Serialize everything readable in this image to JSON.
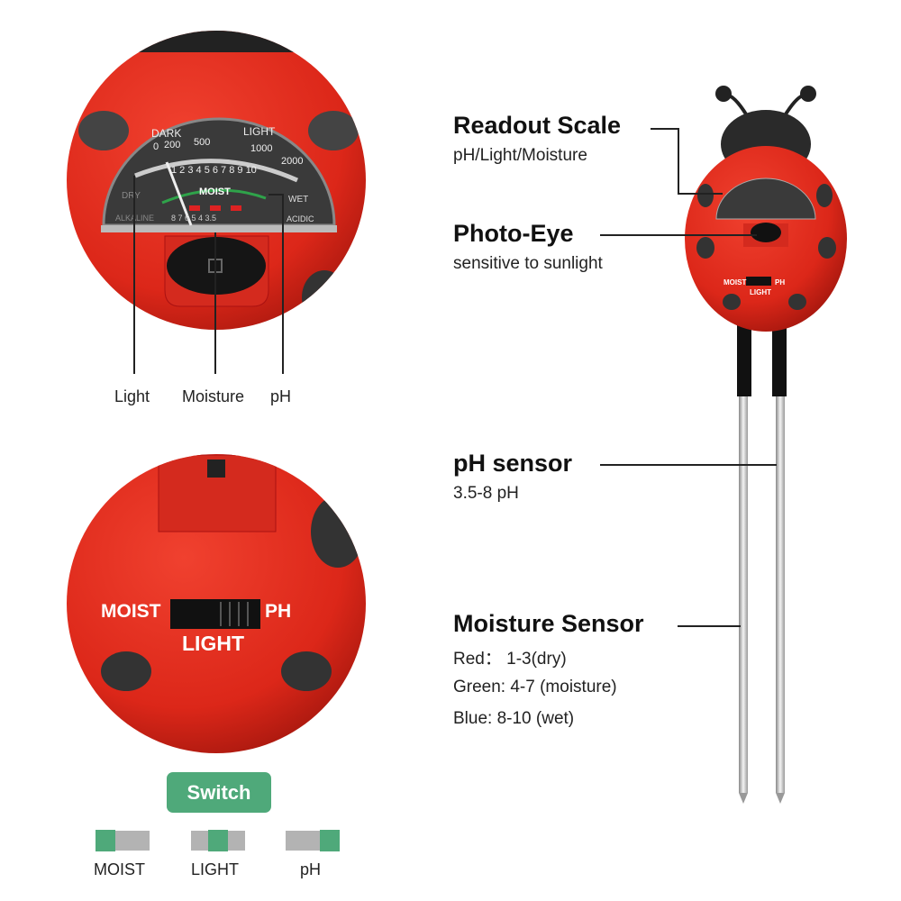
{
  "gauge": {
    "dark": "DARK",
    "light": "LIGHT",
    "light_scale": [
      "0",
      "200",
      "500",
      "1000",
      "2000"
    ],
    "moist_scale": "1 2 3 4 5 6 7 8 9 10",
    "moist": "MOIST",
    "dry": "DRY",
    "wet": "WET",
    "alkaline": "ALKALINE",
    "acidic": "ACIDIC",
    "ph_scale": "8  7  6  5  4  3.5"
  },
  "top_callouts": {
    "light": "Light",
    "moisture": "Moisture",
    "ph": "pH"
  },
  "switch_panel": {
    "moist": "MOIST",
    "ph": "PH",
    "light": "LIGHT"
  },
  "switch_legend": {
    "button": "Switch",
    "options": [
      {
        "label": "MOIST",
        "position": "left"
      },
      {
        "label": "LIGHT",
        "position": "center"
      },
      {
        "label": "pH",
        "position": "right"
      }
    ]
  },
  "features": [
    {
      "title": "Readout Scale",
      "desc": [
        "pH/Light/Moisture"
      ]
    },
    {
      "title": "Photo-Eye",
      "desc": [
        "sensitive to sunlight"
      ]
    },
    {
      "title": "pH sensor",
      "desc": [
        "3.5-8 pH"
      ]
    },
    {
      "title": "Moisture Sensor",
      "desc": [
        "Red： 1-3(dry)",
        "Green: 4-7 (moisture)",
        "Blue: 8-10 (wet)"
      ]
    }
  ],
  "device_labels": {
    "moist": "MOIST",
    "ph": "PH",
    "light": "LIGHT"
  },
  "colors": {
    "body_red": "#e0291f",
    "accent_green": "#4fa97a",
    "toggle_gray": "#b3b3b3",
    "spot_dark": "#2b2b2b"
  }
}
